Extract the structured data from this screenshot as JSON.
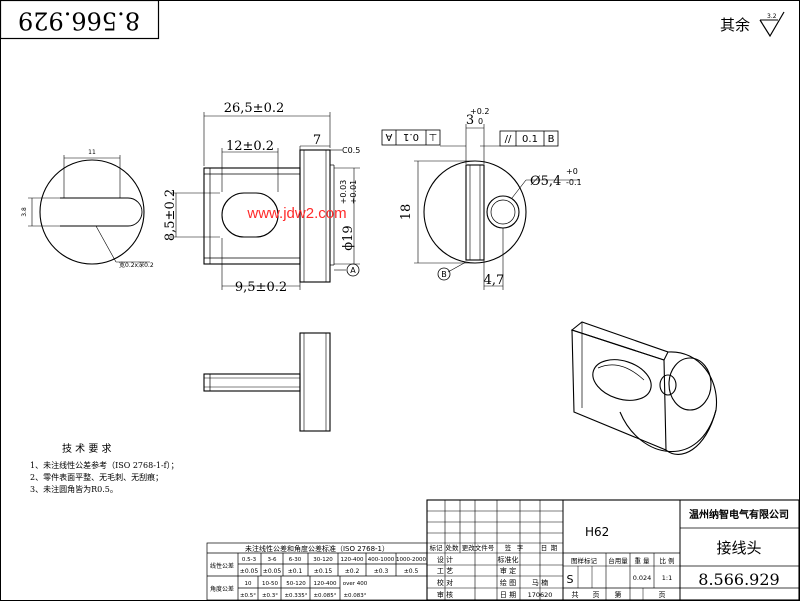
{
  "corner_code": "8.566.929",
  "surface_note": "其余",
  "roughness_value": "3.2",
  "dims": {
    "overall_length": "26,5±0.2",
    "slot_length": "12±0.2",
    "head_width": "7",
    "chamfer": "C0.5",
    "slot_width": "8,5±0.2",
    "shank_dia": "ϕ19",
    "shank_tol_upper": "+0.03",
    "shank_tol_lower": "+0.01",
    "slot_pos": "9,5±0.2",
    "tab_width": "3",
    "tab_tol_upper": "+0.2",
    "tab_tol_lower": "0",
    "height": "18",
    "hole_dia": "Ø5,4",
    "hole_tol_upper": "+0",
    "hole_tol_lower": "-0.1",
    "tab_offset": "4,7",
    "left_small": "11",
    "left_height": "3.8",
    "fillet_note": "宽0.2x深0.2"
  },
  "gdt": {
    "perp": {
      "symbol": "⊥",
      "value": "0.1",
      "datum": "A"
    },
    "para": {
      "symbol": "//",
      "value": "0.1",
      "datum": "B"
    }
  },
  "datums": {
    "a": "A",
    "b": "B"
  },
  "watermark": "www.jdw2.com",
  "tech_req": {
    "title": "技 术 要 求",
    "items": [
      "1、未注线性公差参考（ISO 2768-1-f）；",
      "2、零件表面平整、无毛刺、无刮痕；",
      "3、未注圆角皆为R0.5。"
    ]
  },
  "tolerance_table": {
    "title": "未注线性公差和角度公差标准（ISO 2768-1）",
    "row1_label": "线性公差",
    "row2_label": "角度公差",
    "linear_ranges": [
      "0.5-3",
      "3-6",
      "6-30",
      "30-120",
      "120-400",
      "400-1000",
      "1000-2000"
    ],
    "linear_values": [
      "±0.05",
      "±0.05",
      "±0.1",
      "±0.15",
      "±0.2",
      "±0.3",
      "±0.5"
    ],
    "angle_ranges": [
      "10",
      "10-50",
      "50-120",
      "120-400",
      "over 400"
    ],
    "angle_values": [
      "±0.5°",
      "±0.3°",
      "±0.335°",
      "±0.085°",
      "±0.083°"
    ]
  },
  "title_block": {
    "material": "H62",
    "company": "温州纳智电气有限公司",
    "part_name": "接线头",
    "drawing_no": "8.566.929",
    "rev_headers": [
      "标记",
      "处数",
      "更改文件号",
      "签",
      "字",
      "日",
      "期"
    ],
    "roles": [
      "设 计",
      "工 艺",
      "校 对",
      "审 核"
    ],
    "roles_mid": [
      "标准化",
      "审 定",
      "绘 图",
      "日 期"
    ],
    "drafter": "马 楠",
    "date": "170620",
    "stage_headers": [
      "图样标记",
      "台用量",
      "重 量",
      "比 例"
    ],
    "stage_mark": "S",
    "weight": "0.024",
    "scale": "1:1",
    "sheets_total": "共",
    "sheets_word": "页",
    "sheet_no": "第",
    "sheet_word": "页"
  }
}
